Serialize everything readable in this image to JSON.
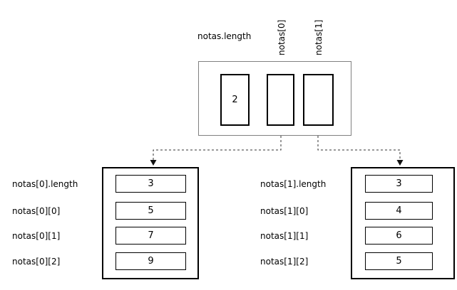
{
  "diagram": {
    "array_length_label": "notas.length",
    "array_cells": [
      "2",
      "",
      ""
    ],
    "pointer_labels": [
      "notas[0]",
      "notas[1]"
    ],
    "left_table": {
      "rows": [
        {
          "label": "notas[0].length",
          "value": "3"
        },
        {
          "label": "notas[0][0]",
          "value": "5"
        },
        {
          "label": "notas[0][1]",
          "value": "7"
        },
        {
          "label": "notas[0][2]",
          "value": "9"
        }
      ]
    },
    "right_table": {
      "rows": [
        {
          "label": "notas[1].length",
          "value": "3"
        },
        {
          "label": "notas[1][0]",
          "value": "4"
        },
        {
          "label": "notas[1][1]",
          "value": "6"
        },
        {
          "label": "notas[1][2]",
          "value": "5"
        }
      ]
    },
    "colors": {
      "background": "#ffffff",
      "outer_array_border": "#808080",
      "cell_border": "#000000",
      "text": "#000000",
      "connector": "#333333"
    }
  }
}
